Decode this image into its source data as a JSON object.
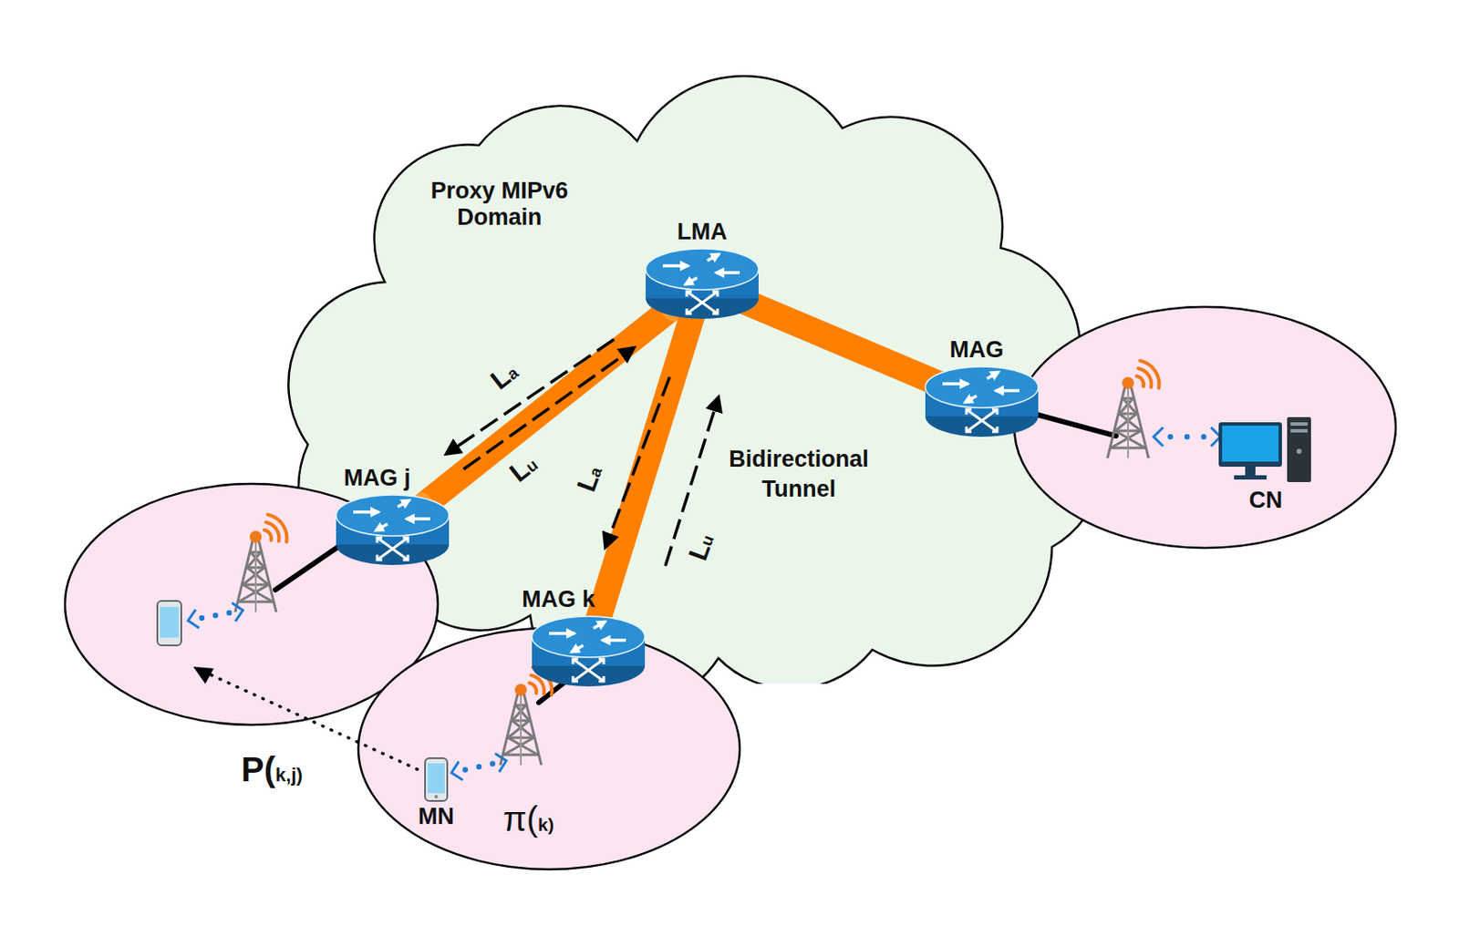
{
  "diagram": {
    "nodes": [
      {
        "text": [
          "Proxy MIPv6 Domain"
        ]
      },
      {
        "text": [
          "LMA"
        ],
        "in": 0
      },
      {
        "text": [
          "MAG j"
        ],
        "in": 0
      },
      {
        "text": [
          "MAG k"
        ],
        "in": 0
      },
      {
        "text": [
          "MAG"
        ],
        "in": 0
      },
      {
        "text": [
          "CN"
        ]
      },
      {
        "text": [
          "MN"
        ]
      }
    ],
    "edges": [
      {
        "from": 1,
        "to": 2,
        "arrow": "none"
      },
      {
        "from": 1,
        "to": 3,
        "arrow": "none"
      },
      {
        "from": 1,
        "to": 4,
        "arrow": "none"
      }
    ],
    "labels": [
      "Bidirectional Tunnel",
      "La",
      "Lu",
      "La",
      "Lu",
      "P(k,j)",
      "π(k)"
    ]
  }
}
